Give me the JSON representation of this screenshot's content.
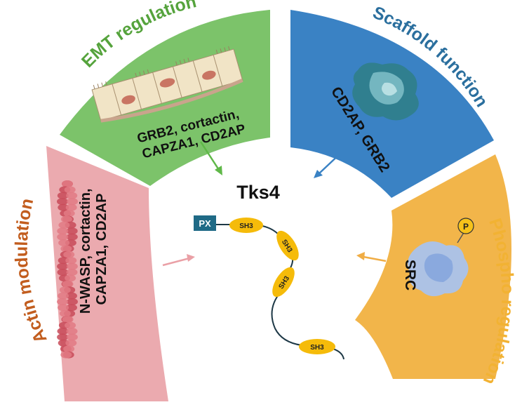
{
  "center": {
    "title": "Tks4",
    "domains": {
      "px": "PX",
      "sh3_1": "SH3",
      "sh3_2": "SH3",
      "sh3_3": "SH3",
      "sh3_4": "SH3"
    }
  },
  "sectors": [
    {
      "id": "actin",
      "title": "Actin modulation",
      "partners": [
        "N-WASP, cortactin,",
        "CAPZA1, CD2AP"
      ],
      "color": "#ebaaaf",
      "title_color": "#c25d1e",
      "arrow_color": "#eaa0a6"
    },
    {
      "id": "emt",
      "title": "EMT regulation",
      "partners": [
        "GRB2, cortactin,",
        "CAPZA1, CD2AP"
      ],
      "color": "#7cc36a",
      "title_color": "#55a33c",
      "arrow_color": "#5fb848"
    },
    {
      "id": "scaffold",
      "title": "Scaffold function",
      "partners": [
        "CD2AP, GRB2"
      ],
      "color": "#3a82c4",
      "title_color": "#2b6f9e",
      "arrow_color": "#3a82c4"
    },
    {
      "id": "phospho",
      "title": "Phospho regulation",
      "partners": [
        "SRC"
      ],
      "color": "#f2b54a",
      "title_color": "#f2b233",
      "arrow_color": "#f0ad45"
    }
  ],
  "phospho_badge": "P",
  "colors": {
    "sh3_fill": "#f5bb0a",
    "px_fill": "#1f6a86",
    "linker": "#1d3846",
    "title_text": "#111111"
  }
}
